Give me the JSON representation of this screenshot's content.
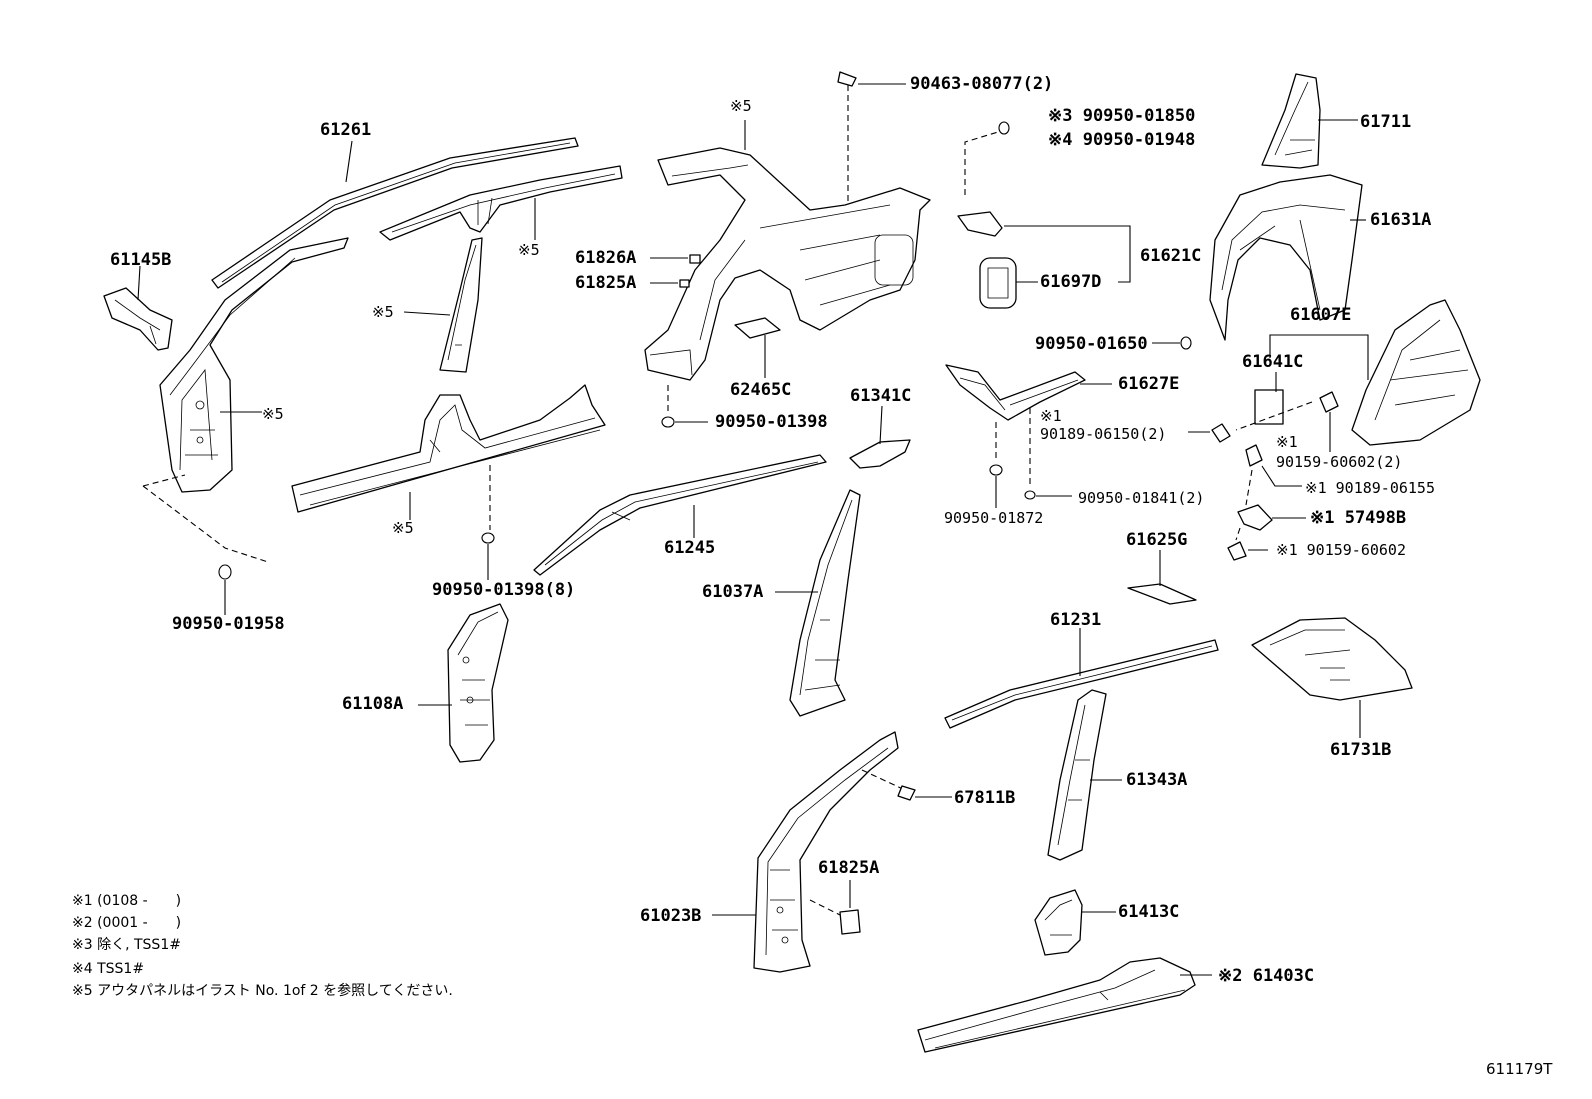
{
  "parts": {
    "p61261": "61261",
    "p61145B": "61145B",
    "ref5_a": "※5",
    "ref5_b": "※5",
    "ref5_c": "※5",
    "ref5_d": "※5",
    "ref5_e": "※5",
    "p90950_01398_8": "90950-01398(8)",
    "p90950_01958": "90950-01958",
    "p61108A": "61108A",
    "p61826A": "61826A",
    "p61825A_a": "61825A",
    "p62465C": "62465C",
    "p90950_01398": "90950-01398",
    "p61341C": "61341C",
    "p61245": "61245",
    "p61037A": "61037A",
    "p90463": "90463-08077(2)",
    "p90950_01850": "※3 90950-01850",
    "p90950_01948": "※4 90950-01948",
    "p61621C": "61621C",
    "p61697D": "61697D",
    "p61711": "61711",
    "p61631A": "61631A",
    "p61607E": "61607E",
    "p90950_01650": "90950-01650",
    "p61641C": "61641C",
    "p61627E": "61627E",
    "ref1_a": "※1",
    "p90189_06150": "90189-06150(2)",
    "ref1_b": "※1",
    "p90159_60602_2": "90159-60602(2)",
    "p90189_06155": "※1 90189-06155",
    "p90950_01841": "90950-01841(2)",
    "p57498B": "※1 57498B",
    "p90950_01872": "90950-01872",
    "p90159_60602": "※1 90159-60602",
    "p61625G": "61625G",
    "p61231": "61231",
    "p61731B": "61731B",
    "p61343A": "61343A",
    "p67811B": "67811B",
    "p61825A_b": "61825A",
    "p61023B": "61023B",
    "p61413C": "61413C",
    "p61403C": "※2 61403C"
  },
  "notes": [
    "※1 (0108 -　　)",
    "※2 (0001 -　　)",
    "※3 除く, TSS1#",
    "※4 TSS1#",
    "※5 アウタパネルはイラスト No. 1of 2 を参照してください."
  ],
  "figure_id": "611179T"
}
